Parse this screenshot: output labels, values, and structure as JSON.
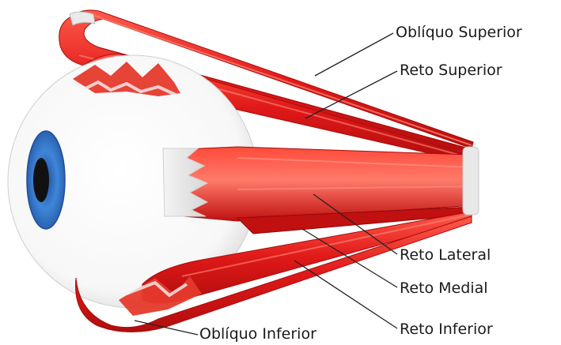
{
  "labels": {
    "obliquo_superior": "Oblíquo Superior",
    "reto_superior": "Reto Superior",
    "reto_lateral": "Reto Lateral",
    "reto_medial": "Reto Medial",
    "reto_inferior": "Reto Inferior",
    "obliquo_inferior": "Oblíquo Inferior"
  },
  "colors": {
    "muscle": "#e01818",
    "muscle_dark": "#b00e0e",
    "muscle_light": "#ff6a5a",
    "tendon": "#e6e6e6",
    "sclera": "#ffffff",
    "iris": "#3a7fd1",
    "pupil": "#111111",
    "leader_line": "#222222"
  }
}
